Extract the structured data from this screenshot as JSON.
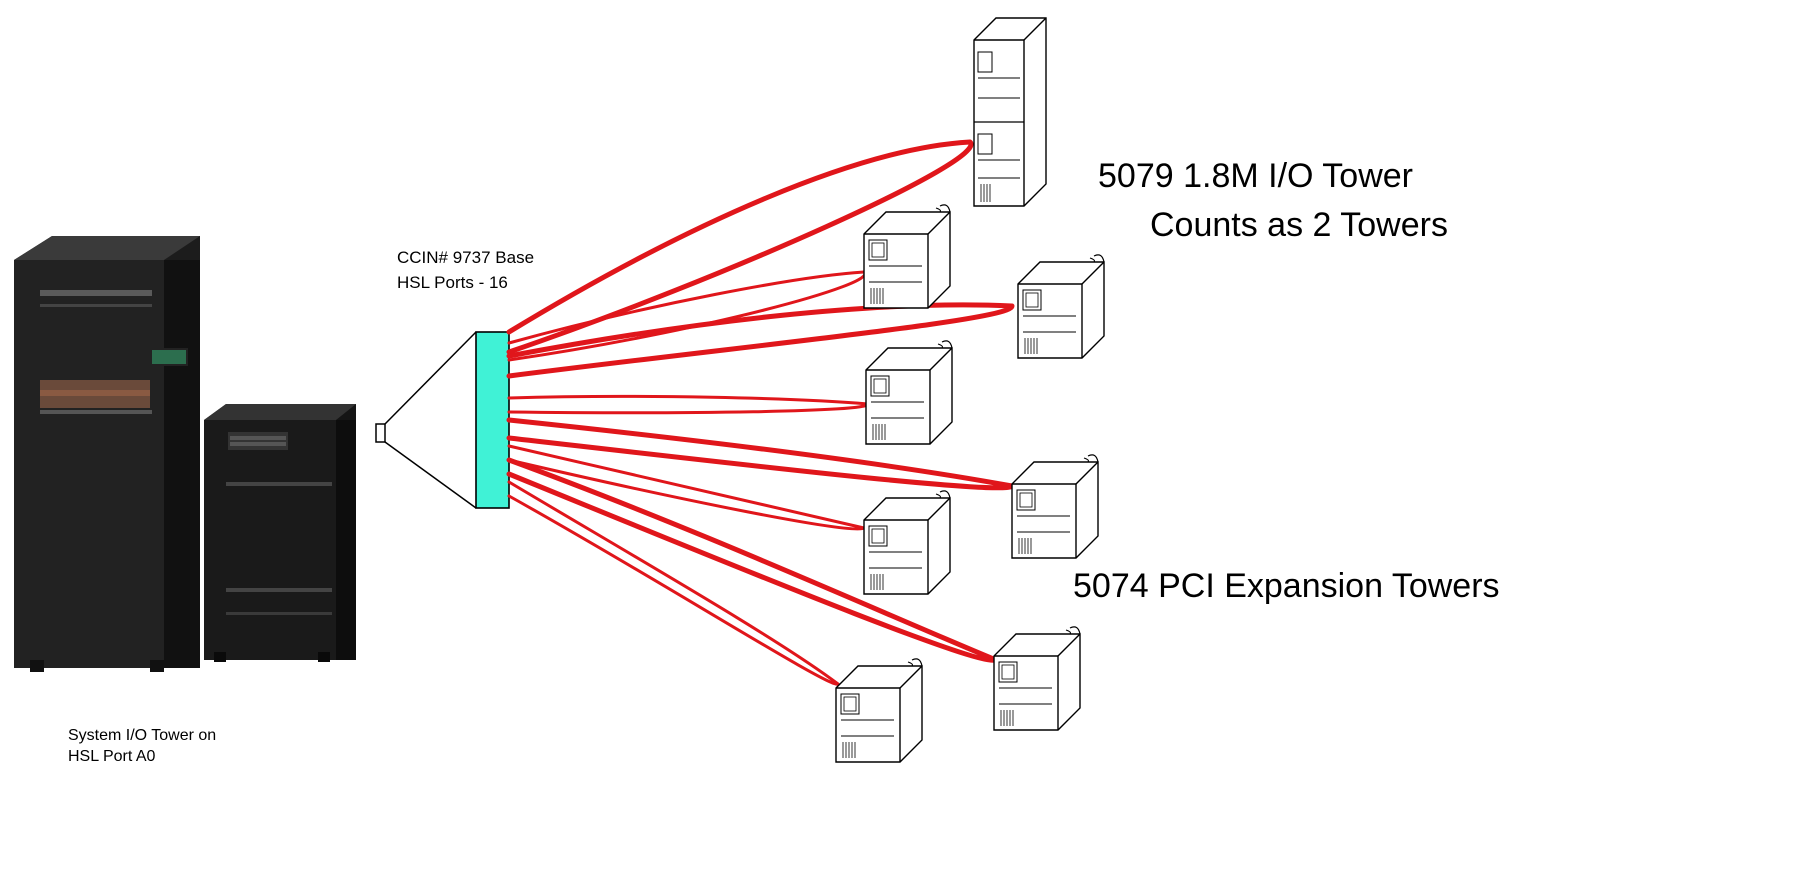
{
  "labels": {
    "system_tower_line1": "System  I/O Tower on",
    "system_tower_line2": "HSL Port A0",
    "ccin_line1": "CCIN# 9737 Base",
    "ccin_line2": "HSL Ports - 16",
    "big_tower_line1": "5079 1.8M I/O Tower",
    "big_tower_line2": "Counts as 2 Towers",
    "pci_towers": "5074 PCI Expansion Towers"
  },
  "colors": {
    "cable": "#e0161b",
    "port_block": "#40f2d6",
    "server_body": "#1c1c1c"
  }
}
